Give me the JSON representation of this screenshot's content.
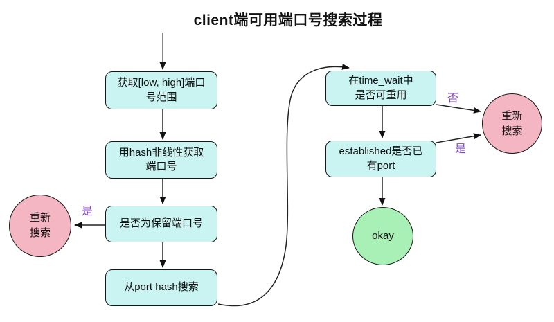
{
  "title": "client端可用端口号搜索过程",
  "colors": {
    "box_fill": "#c9f4f2",
    "pink_fill": "#f5b6c3",
    "green_fill": "#a8f0b6",
    "label_purple": "#7e44bf",
    "line": "#1a1a1a"
  },
  "nodes": {
    "get_range": "获取[low, high]端口\n号范围",
    "hash_get": "用hash非线性获取\n端口号",
    "reserved_check": "是否为保留端口号",
    "port_hash_search": "从port hash搜索",
    "time_wait_check": "在time_wait中\n是否可重用",
    "established_check": "established是否已\n有port",
    "research_left": "重新\n搜索",
    "research_right": "重新\n搜索",
    "okay": "okay"
  },
  "edge_labels": {
    "reserved_yes": "是",
    "timewait_no": "否",
    "established_yes": "是"
  }
}
